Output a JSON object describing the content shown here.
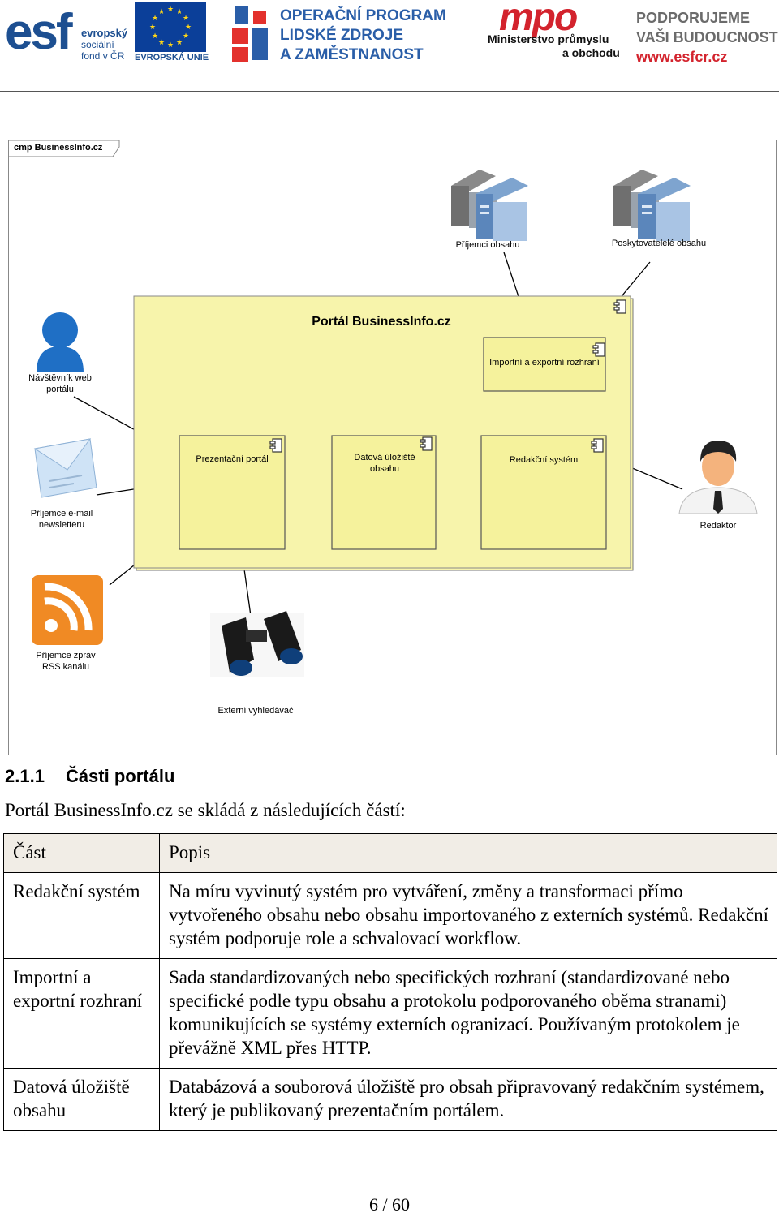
{
  "header": {
    "esf_word": "esf",
    "esf_lines": [
      "evropský",
      "sociální",
      "fond v ČR"
    ],
    "eu_caption": "EVROPSKÁ UNIE",
    "op_lines": [
      "OPERAČNÍ PROGRAM",
      "LIDSKÉ ZDROJE",
      "A ZAMĚSTNANOST"
    ],
    "mpo_word": "mpo",
    "mpo_lines": [
      "Ministerstvo průmyslu",
      "a obchodu"
    ],
    "support_lines": [
      "PODPORUJEME",
      "VAŠI BUDOUCNOST"
    ],
    "support_url": "www.esfcr.cz",
    "colors": {
      "esf_blue": "#1d4f91",
      "eu_blue": "#0b3f99",
      "eu_star": "#ffd617",
      "mpo_red": "#d3232d"
    }
  },
  "diagram": {
    "frame_label": "cmp BusinessInfo.cz",
    "portal_title": "Portál BusinessInfo.cz",
    "components": {
      "import_export": "Importní a exportní rozhraní",
      "presentation": "Prezentační portál",
      "storage": "Datová úložiště obsahu",
      "editorial": "Redakční systém"
    },
    "actors": {
      "receivers": "Příjemci obsahu",
      "providers": "Poskytovatelelé obsahu",
      "visitor": "Návštěvník web portálu",
      "newsletter": "Příjemce e-mail newsletteru",
      "editor": "Redaktor",
      "rss": "Příjemce zpráv RSS kanálu",
      "search": "Externí vyhledávač"
    },
    "icons": [
      "server-icon",
      "server-icon",
      "person-icon",
      "envelope-icon",
      "editor-person-icon",
      "rss-icon",
      "binoculars-icon",
      "component-icon"
    ],
    "colors": {
      "component_fill": "#f5f29c",
      "portal_fill": "#f7f4ab",
      "rss_orange": "#f08a24",
      "visitor_blue": "#1f6fc5"
    }
  },
  "section": {
    "number": "2.1.1",
    "title": "Části portálu",
    "intro": "Portál BusinessInfo.cz se skládá z následujících částí:"
  },
  "table": {
    "headers": [
      "Část",
      "Popis"
    ],
    "rows": [
      {
        "part": "Redakční systém",
        "desc": "Na míru vyvinutý systém pro vytváření, změny a transformaci přímo vytvořeného obsahu nebo obsahu importovaného z externích systémů. Redakční systém podporuje role a schvalovací workflow."
      },
      {
        "part": "Importní a exportní rozhraní",
        "desc": "Sada standardizovaných nebo specifických rozhraní (standardizované nebo specifické podle typu obsahu a protokolu podporovaného oběma stranami) komunikujících se systémy externích ogranizací. Používaným protokolem je převážně XML přes HTTP."
      },
      {
        "part": "Datová úložiště obsahu",
        "desc": "Databázová a souborová úložiště pro obsah připravovaný redakčním systémem, který je publikovaný prezentačním portálem."
      }
    ]
  },
  "footer": {
    "page": "6 / 60"
  }
}
